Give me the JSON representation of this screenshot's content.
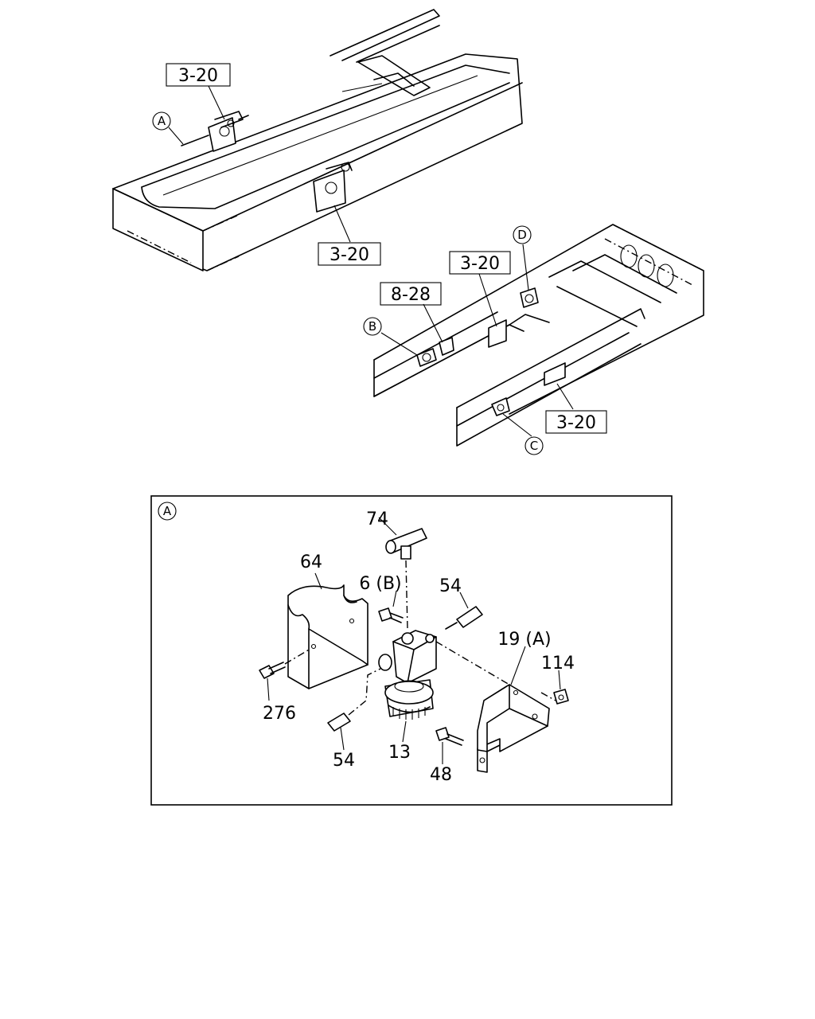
{
  "references": {
    "ref_top_left": "3-20",
    "ref_middle_left": "3-20",
    "ref_right_top": "3-20",
    "ref_right_8_28": "8-28",
    "ref_right_bottom": "3-20"
  },
  "location_markers": {
    "a_top": "A",
    "b": "B",
    "c": "C",
    "d": "D",
    "a_detail": "A"
  },
  "part_numbers": {
    "p74": "74",
    "p64": "64",
    "p6b": "6 (B)",
    "p54_top": "54",
    "p19a": "19 (A)",
    "p114": "114",
    "p276": "276",
    "p54_bottom": "54",
    "p13": "13",
    "p48": "48"
  }
}
